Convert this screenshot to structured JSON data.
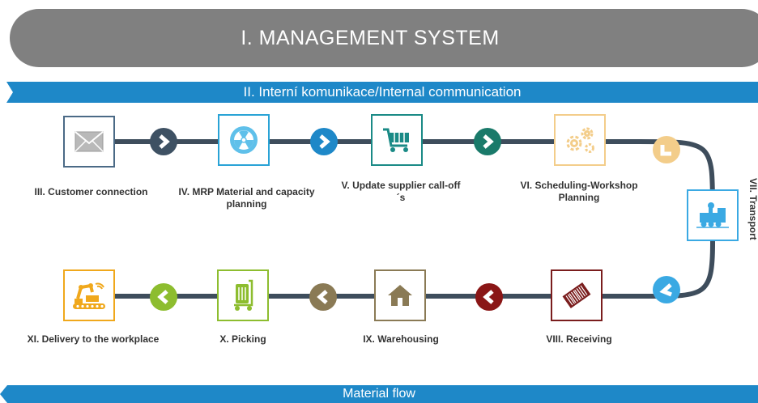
{
  "header": {
    "title": "I. MANAGEMENT SYSTEM"
  },
  "banner_top": {
    "text": "II. Interní komunikace/Internal communication"
  },
  "banner_bottom": {
    "text": "Material flow"
  },
  "steps": [
    {
      "label": "III. Customer connection",
      "icon": "envelope-icon",
      "color": "#4b6a86"
    },
    {
      "label": "IV. MRP Material and capacity planning",
      "icon": "radiation-icon",
      "color": "#29a3d6"
    },
    {
      "label": "V. Update supplier call-off´s",
      "icon": "shopping-cart-icon",
      "color": "#1a8a86"
    },
    {
      "label": "VI. Scheduling-Workshop Planning",
      "icon": "gears-icon",
      "color": "#f3cd8a"
    },
    {
      "label": "VII. Transport",
      "icon": "train-icon",
      "color": "#3aa9e3"
    },
    {
      "label": "VIII. Receiving",
      "icon": "barcode-icon",
      "color": "#7a1d1d"
    },
    {
      "label": "IX. Warehousing",
      "icon": "house-icon",
      "color": "#8a7a55"
    },
    {
      "label": "X. Picking",
      "icon": "trolley-icon",
      "color": "#8dbd2f"
    },
    {
      "label": "XI. Delivery to the workplace",
      "icon": "robot-arm-icon",
      "color": "#f0a81c"
    }
  ],
  "connectors": [
    {
      "color": "#3e5163",
      "direction": "right"
    },
    {
      "color": "#1e88c8",
      "direction": "right"
    },
    {
      "color": "#1a7a6a",
      "direction": "right"
    },
    {
      "color": "#f3cd8a",
      "direction": "down"
    },
    {
      "color": "#3aa9e3",
      "direction": "left"
    },
    {
      "color": "#8a1616",
      "direction": "left"
    },
    {
      "color": "#8a7a55",
      "direction": "left"
    },
    {
      "color": "#8dbd2f",
      "direction": "left"
    }
  ],
  "line_color": "#3e4d5c"
}
